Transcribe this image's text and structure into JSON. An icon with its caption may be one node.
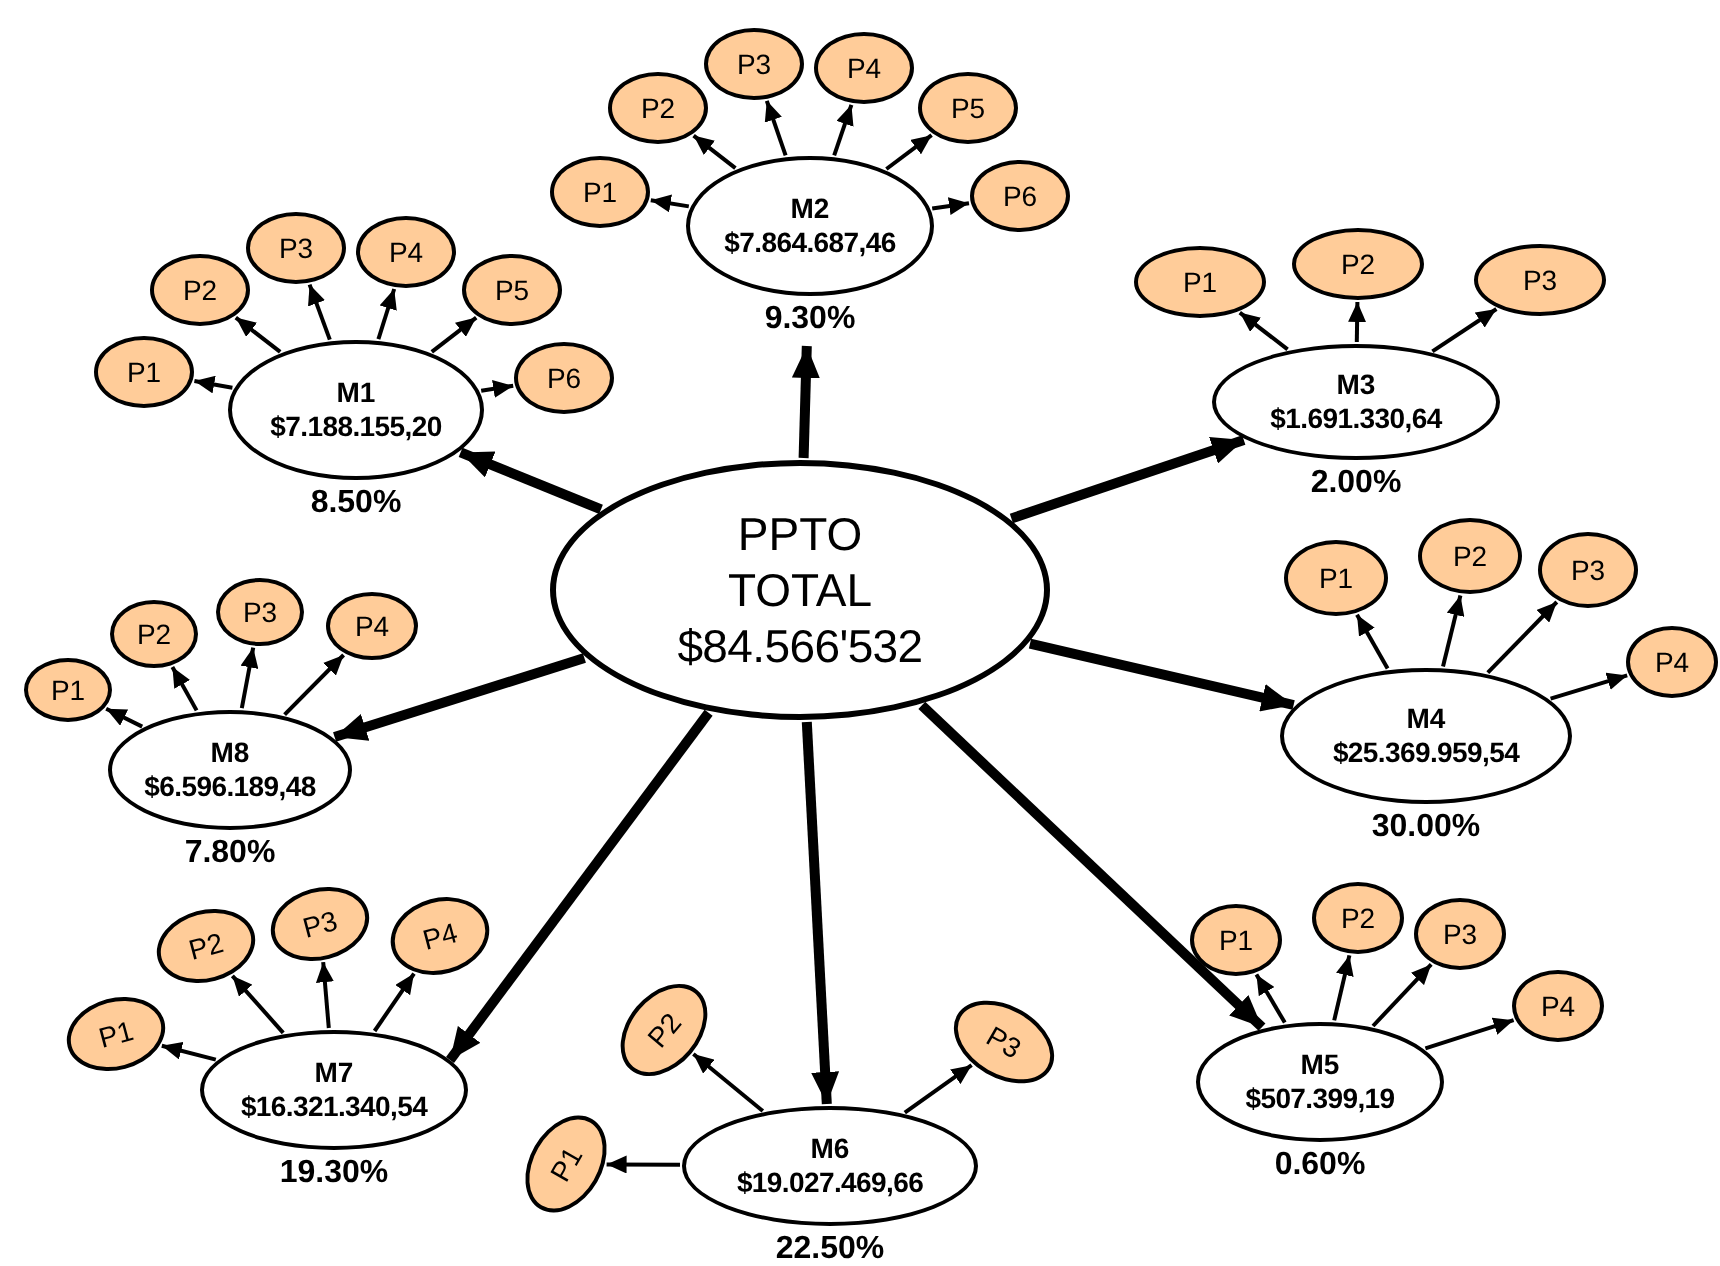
{
  "diagram": {
    "nodes": [
      {
        "text": [
          "PPTO TOTAL",
          "$84.566'532"
        ]
      },
      {
        "text": [
          "M1",
          "$7.188.155,20"
        ],
        "beside": [
          "8.50%"
        ]
      },
      {
        "text": [
          "P1"
        ]
      },
      {
        "text": [
          "P2"
        ]
      },
      {
        "text": [
          "P3"
        ]
      },
      {
        "text": [
          "P4"
        ]
      },
      {
        "text": [
          "P5"
        ]
      },
      {
        "text": [
          "P6"
        ]
      },
      {
        "text": [
          "M2",
          "$7.864.687,46"
        ],
        "beside": [
          "9.30%"
        ]
      },
      {
        "text": [
          "P1"
        ]
      },
      {
        "text": [
          "P2"
        ]
      },
      {
        "text": [
          "P3"
        ]
      },
      {
        "text": [
          "P4"
        ]
      },
      {
        "text": [
          "P5"
        ]
      },
      {
        "text": [
          "P6"
        ]
      },
      {
        "text": [
          "M3",
          "$1.691.330,64"
        ],
        "beside": [
          "2.00%"
        ]
      },
      {
        "text": [
          "P1"
        ]
      },
      {
        "text": [
          "P2"
        ]
      },
      {
        "text": [
          "P3"
        ]
      },
      {
        "text": [
          "M4",
          "$25.369.959,54"
        ],
        "beside": [
          "30.00%"
        ]
      },
      {
        "text": [
          "P1"
        ]
      },
      {
        "text": [
          "P2"
        ]
      },
      {
        "text": [
          "P3"
        ]
      },
      {
        "text": [
          "P4"
        ]
      },
      {
        "text": [
          "M5",
          "$507.399,19"
        ],
        "beside": [
          "0.60%"
        ]
      },
      {
        "text": [
          "P1"
        ]
      },
      {
        "text": [
          "P2"
        ]
      },
      {
        "text": [
          "P3"
        ]
      },
      {
        "text": [
          "P4"
        ]
      },
      {
        "text": [
          "M6",
          "$19.027.469,66"
        ],
        "beside": [
          "22.50%"
        ]
      },
      {
        "text": [
          "P1"
        ]
      },
      {
        "text": [
          "P2"
        ]
      },
      {
        "text": [
          "P3"
        ]
      },
      {
        "text": [
          "M7",
          "$16.321.340,54"
        ],
        "beside": [
          "19.30%"
        ]
      },
      {
        "text": [
          "P1"
        ]
      },
      {
        "text": [
          "P2"
        ]
      },
      {
        "text": [
          "P3"
        ]
      },
      {
        "text": [
          "P4"
        ]
      },
      {
        "text": [
          "M8",
          "$6.596.189,48"
        ],
        "beside": [
          "7.80%"
        ]
      },
      {
        "text": [
          "P1"
        ]
      },
      {
        "text": [
          "P2"
        ]
      },
      {
        "text": [
          "P3"
        ]
      },
      {
        "text": [
          "P4"
        ]
      }
    ],
    "edges": [
      {
        "from": 0,
        "to": 1,
        "arrow": "to",
        "style": "thick"
      },
      {
        "from": 1,
        "to": 2,
        "arrow": "to"
      },
      {
        "from": 1,
        "to": 3,
        "arrow": "to"
      },
      {
        "from": 1,
        "to": 4,
        "arrow": "to"
      },
      {
        "from": 1,
        "to": 5,
        "arrow": "to"
      },
      {
        "from": 1,
        "to": 6,
        "arrow": "to"
      },
      {
        "from": 1,
        "to": 7,
        "arrow": "to"
      },
      {
        "from": 0,
        "to": 8,
        "arrow": "to",
        "style": "thick"
      },
      {
        "from": 8,
        "to": 9,
        "arrow": "to"
      },
      {
        "from": 8,
        "to": 10,
        "arrow": "to"
      },
      {
        "from": 8,
        "to": 11,
        "arrow": "to"
      },
      {
        "from": 8,
        "to": 12,
        "arrow": "to"
      },
      {
        "from": 8,
        "to": 13,
        "arrow": "to"
      },
      {
        "from": 8,
        "to": 14,
        "arrow": "to"
      },
      {
        "from": 0,
        "to": 15,
        "arrow": "to",
        "style": "thick"
      },
      {
        "from": 15,
        "to": 16,
        "arrow": "to"
      },
      {
        "from": 15,
        "to": 17,
        "arrow": "to"
      },
      {
        "from": 15,
        "to": 18,
        "arrow": "to"
      },
      {
        "from": 0,
        "to": 19,
        "arrow": "to",
        "style": "thick"
      },
      {
        "from": 19,
        "to": 20,
        "arrow": "to"
      },
      {
        "from": 19,
        "to": 21,
        "arrow": "to"
      },
      {
        "from": 19,
        "to": 22,
        "arrow": "to"
      },
      {
        "from": 19,
        "to": 23,
        "arrow": "to"
      },
      {
        "from": 0,
        "to": 24,
        "arrow": "to",
        "style": "thick"
      },
      {
        "from": 24,
        "to": 25,
        "arrow": "to"
      },
      {
        "from": 24,
        "to": 26,
        "arrow": "to"
      },
      {
        "from": 24,
        "to": 27,
        "arrow": "to"
      },
      {
        "from": 24,
        "to": 28,
        "arrow": "to"
      },
      {
        "from": 0,
        "to": 29,
        "arrow": "to",
        "style": "thick"
      },
      {
        "from": 29,
        "to": 30,
        "arrow": "to"
      },
      {
        "from": 29,
        "to": 31,
        "arrow": "to"
      },
      {
        "from": 29,
        "to": 32,
        "arrow": "to"
      },
      {
        "from": 0,
        "to": 33,
        "arrow": "to",
        "style": "thick"
      },
      {
        "from": 33,
        "to": 34,
        "arrow": "to"
      },
      {
        "from": 33,
        "to": 35,
        "arrow": "to"
      },
      {
        "from": 33,
        "to": 36,
        "arrow": "to"
      },
      {
        "from": 33,
        "to": 37,
        "arrow": "to"
      },
      {
        "from": 0,
        "to": 38,
        "arrow": "to",
        "style": "thick"
      },
      {
        "from": 38,
        "to": 39,
        "arrow": "to"
      },
      {
        "from": 38,
        "to": 40,
        "arrow": "to"
      },
      {
        "from": 38,
        "to": 41,
        "arrow": "to"
      },
      {
        "from": 38,
        "to": 42,
        "arrow": "to"
      }
    ]
  }
}
